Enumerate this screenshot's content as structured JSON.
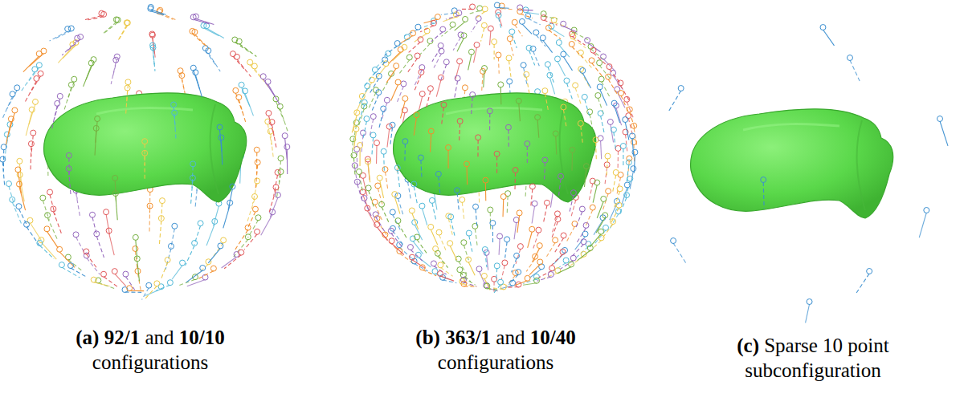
{
  "diagram": {
    "labels": [
      "(a) 92/1",
      "and",
      "10/10",
      "configurations",
      "(b) 363/1",
      "and",
      "10/40",
      "configurations",
      "(c)",
      "Sparse 10 point subconfiguration"
    ]
  }
}
